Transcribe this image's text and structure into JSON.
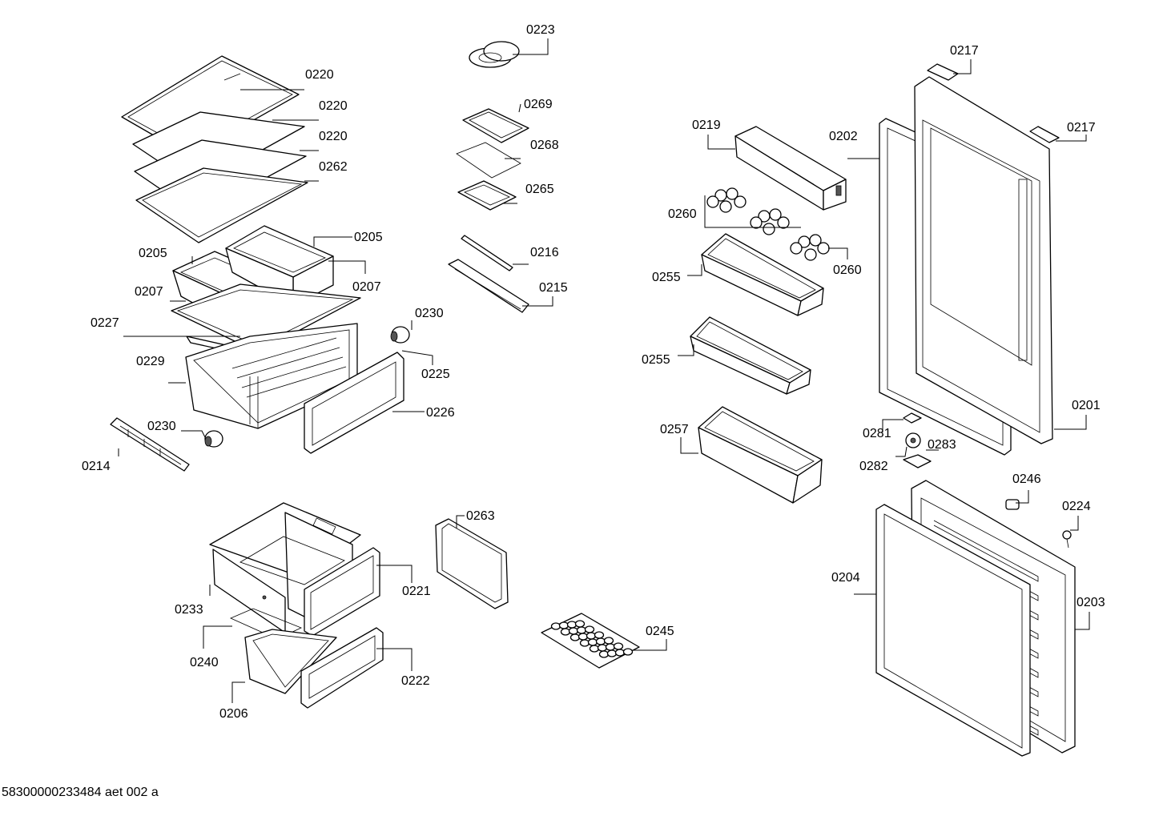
{
  "callouts": {
    "c0220a": "0220",
    "c0220b": "0220",
    "c0220c": "0220",
    "c0262": "0262",
    "c0223": "0223",
    "c0269": "0269",
    "c0268": "0268",
    "c0265": "0265",
    "c0216": "0216",
    "c0215": "0215",
    "c0205a": "0205",
    "c0205b": "0205",
    "c0207a": "0207",
    "c0207b": "0207",
    "c0227": "0227",
    "c0230a": "0230",
    "c0229": "0229",
    "c0225": "0225",
    "c0226": "0226",
    "c0230b": "0230",
    "c0214": "0214",
    "c0263": "0263",
    "c0221": "0221",
    "c0233": "0233",
    "c0240": "0240",
    "c0222": "0222",
    "c0206": "0206",
    "c0245": "0245",
    "c0219": "0219",
    "c0202": "0202",
    "c0217a": "0217",
    "c0217b": "0217",
    "c0260a": "0260",
    "c0260b": "0260",
    "c0255a": "0255",
    "c0255b": "0255",
    "c0257": "0257",
    "c0201": "0201",
    "c0281": "0281",
    "c0282": "0282",
    "c0283": "0283",
    "c0246": "0246",
    "c0224": "0224",
    "c0204": "0204",
    "c0203": "0203"
  },
  "footer": {
    "doc_code": "58300000233484 aet 002 a"
  }
}
